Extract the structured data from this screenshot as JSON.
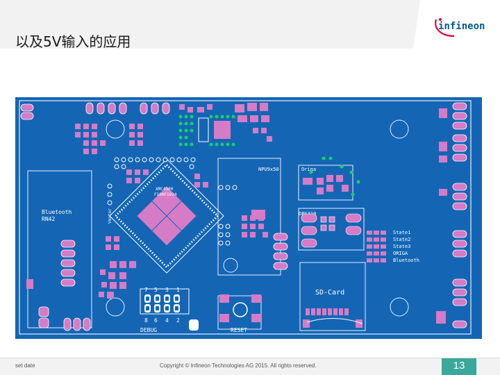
{
  "slide": {
    "title": "以及5V输入的应用",
    "logo_text": "infineon",
    "footer_left": "set date",
    "footer_center": "Copyright © Infineon Technologies AG 2015. All rights reserved.",
    "page_number": "13"
  },
  "board": {
    "labels": {
      "bluetooth": "Bluetooth",
      "rn42": "RN42",
      "mcu1": "XMC4500",
      "mcu2": "F100F1024",
      "npu": "NPU9x50",
      "origa": "Origa",
      "ops": "OPS310",
      "state1": "State1",
      "state2": "State2",
      "state3": "State3",
      "origa2": "ORIGA",
      "bluetooth2": "Bluetooth",
      "sdcard": "SD-Card",
      "reset": "RESET",
      "debug": "DEBUG",
      "p7": "7",
      "p5": "5",
      "p3": "3",
      "p1": "1",
      "p8": "8",
      "p6": "6",
      "p4": "4",
      "p2": "2"
    },
    "colors": {
      "board": "#1466b4",
      "outline": "#e8f0ff",
      "pad": "#d67bc6",
      "green": "#12d36a",
      "text": "#ffffff"
    }
  }
}
